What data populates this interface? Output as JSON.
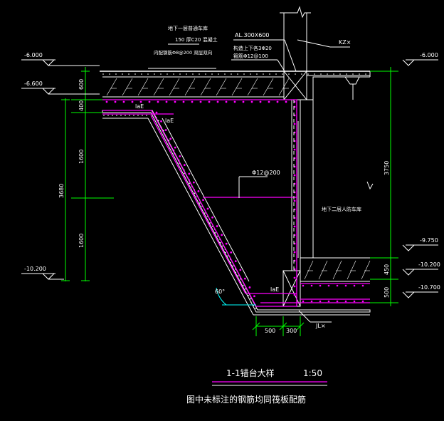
{
  "elevations": {
    "top_left": "-6.000",
    "second_left": "-6.600",
    "bottom_left": "-10.200",
    "top_right": "-6.000",
    "r1": "-9.750",
    "r2": "-10.200",
    "r3": "-10.700"
  },
  "left_dims": {
    "d600": "600",
    "d400": "400",
    "d1600a": "1600",
    "d1600b": "1600",
    "total": "3680"
  },
  "right_dims": {
    "d3750": "3750",
    "d450": "450",
    "d500": "500"
  },
  "bottom_dims": {
    "d500": "500",
    "d300": "300"
  },
  "annotations": {
    "floor_top": "地下一层普通车库",
    "slab_top": "150 厚C20 混凝土",
    "slab_rebar": "内配钢筋Φ8@200 双层双向",
    "beam": "AL.300X600",
    "beam_top_bottom": "构造上下各3Φ20",
    "beam_stirrup": "箍筋Φ12@100",
    "column": "KZ×",
    "floor_bottom": "地下二层人防车库",
    "lae1": "laE",
    "lae2": "laE",
    "lae3": "laE",
    "rebar": "Φ12@200",
    "angle": "60°",
    "beam_bottom": "JL×"
  },
  "title": {
    "main": "1-1错台大样",
    "scale": "1:50",
    "note": "图中未标注的钢筋均同筏板配筋"
  }
}
